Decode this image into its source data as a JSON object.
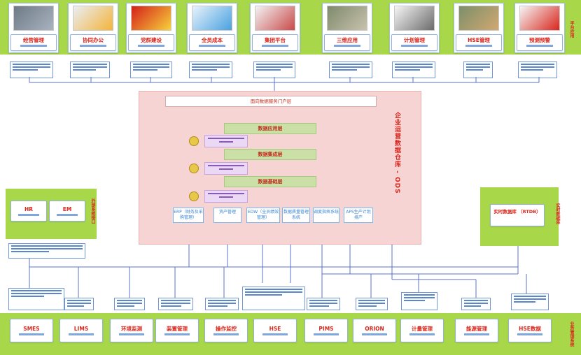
{
  "top_label": "平台应用",
  "left_label": "外部系统接口",
  "right_label": "实时数据库",
  "bottom_label": "业务管理系统",
  "ods": {
    "vertical_title": "企业运营数据仓库 - ODS",
    "portal": "面向数据服务门户层",
    "layers": [
      "数据应用层",
      "数据集成层",
      "数据基础层"
    ]
  },
  "apps": [
    "经营管理",
    "协同办公",
    "党群建设",
    "全员成本",
    "集团平台",
    "三维应用",
    "计划管理",
    "HSE管理",
    "预测预警"
  ],
  "left_systems": [
    "HR",
    "EM"
  ],
  "rtdb": "实时数据库 （RTDB）",
  "cyan_boxes": [
    "ERP（财务及采购管理）",
    "资产管理",
    "EDW（全员绩效管理）",
    "数据质量管理系统",
    "调度指挥系统",
    "APS生产计划排产"
  ],
  "bottom_systems": [
    "SMES",
    "LIMS",
    "环境监测",
    "装置管理",
    "操作监控",
    "HSE",
    "PIMS",
    "ORION",
    "计量管理",
    "能源管理",
    "HSE数据"
  ],
  "colors": {
    "band": "#a8d84a",
    "accent": "#d9261c",
    "line": "#5b6fd0",
    "ods": "#f7d4d4"
  }
}
